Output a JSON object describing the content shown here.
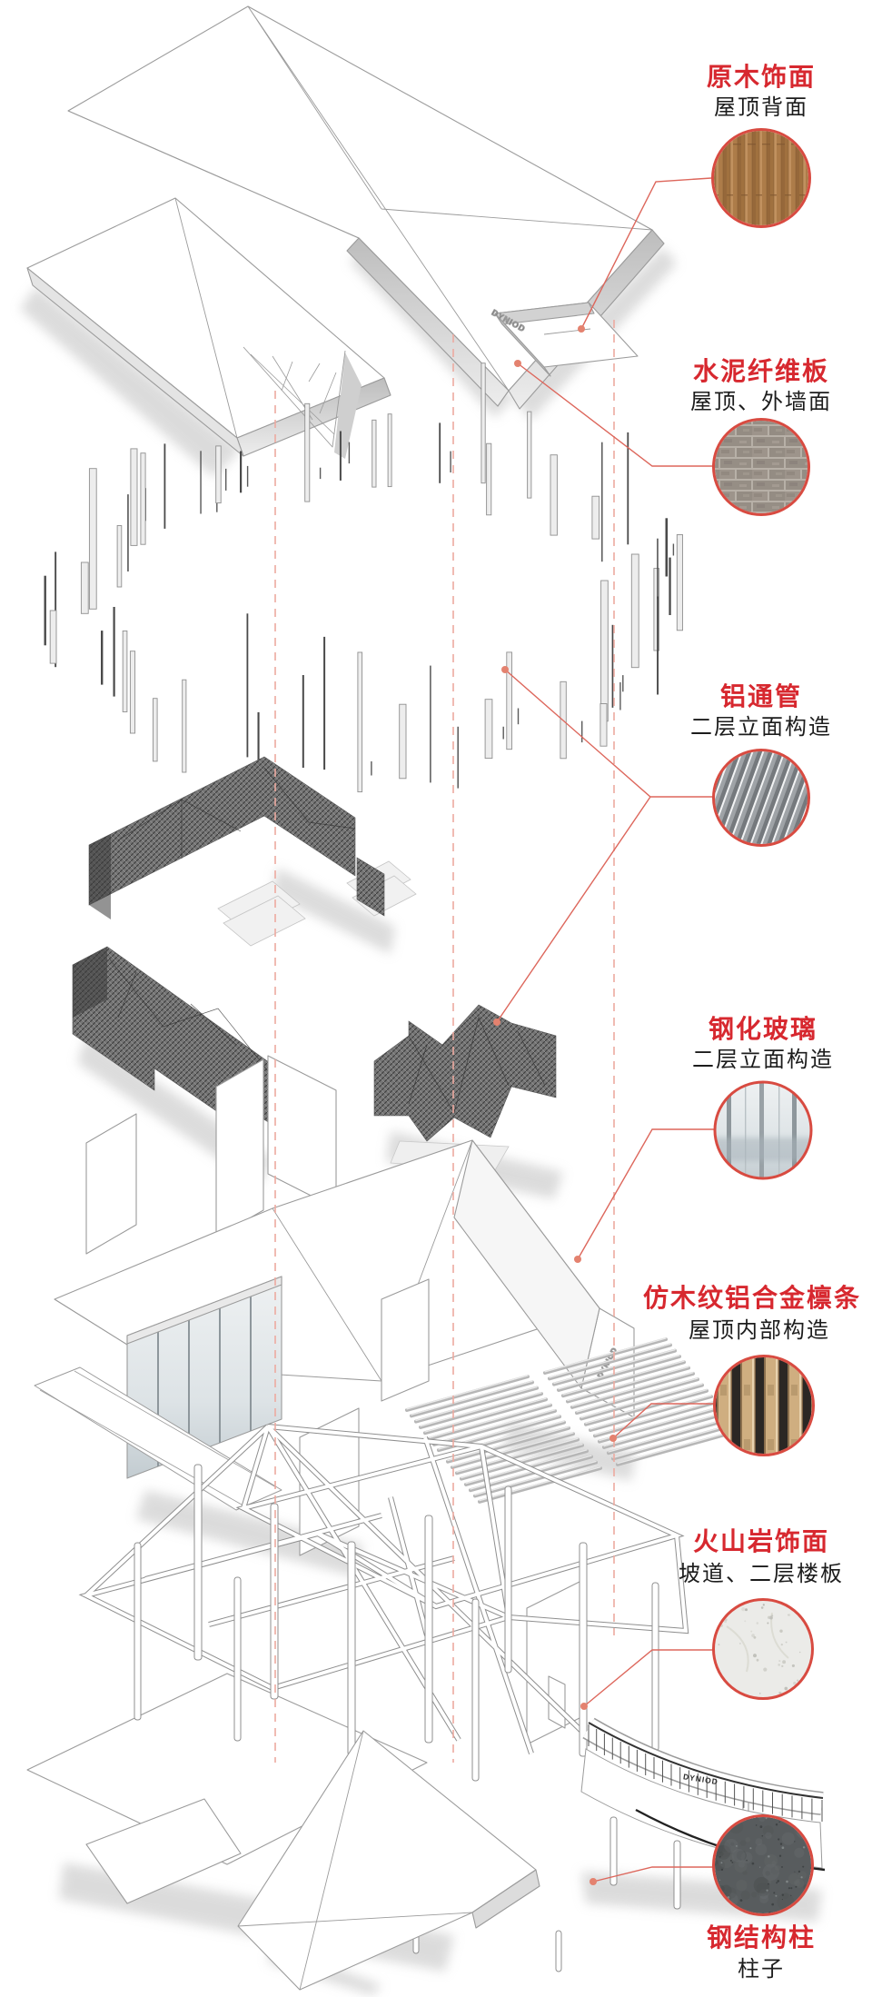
{
  "diagram": {
    "title_type": "building-material-exploded-axonometric",
    "brand_logo": "DYNIOD",
    "materials": [
      {
        "name": "原木饰面",
        "application": "屋顶背面",
        "swatch": "natural-wood"
      },
      {
        "name": "水泥纤维板",
        "application": "屋顶、外墙面",
        "swatch": "cement-fiber-board"
      },
      {
        "name": "铝通管",
        "application": "二层立面构造",
        "swatch": "aluminum-tube"
      },
      {
        "name": "钢化玻璃",
        "application": "二层立面构造",
        "swatch": "tempered-glass"
      },
      {
        "name": "仿木纹铝合金檩条",
        "application": "屋顶内部构造",
        "swatch": "wood-grain-aluminum-purlin"
      },
      {
        "name": "火山岩饰面",
        "application": "坡道、二层楼板",
        "swatch": "volcanic-stone"
      },
      {
        "name": "钢结构柱",
        "application": "柱子",
        "swatch": "steel-column"
      }
    ],
    "colors": {
      "label_red": "#d7282f",
      "label_black": "#1c1c1c",
      "leader_line": "#dd675c",
      "dashed_guide": "#edaaa0",
      "circle_stroke": "#d84b41",
      "drawing_line": "#9b9b9b"
    }
  }
}
